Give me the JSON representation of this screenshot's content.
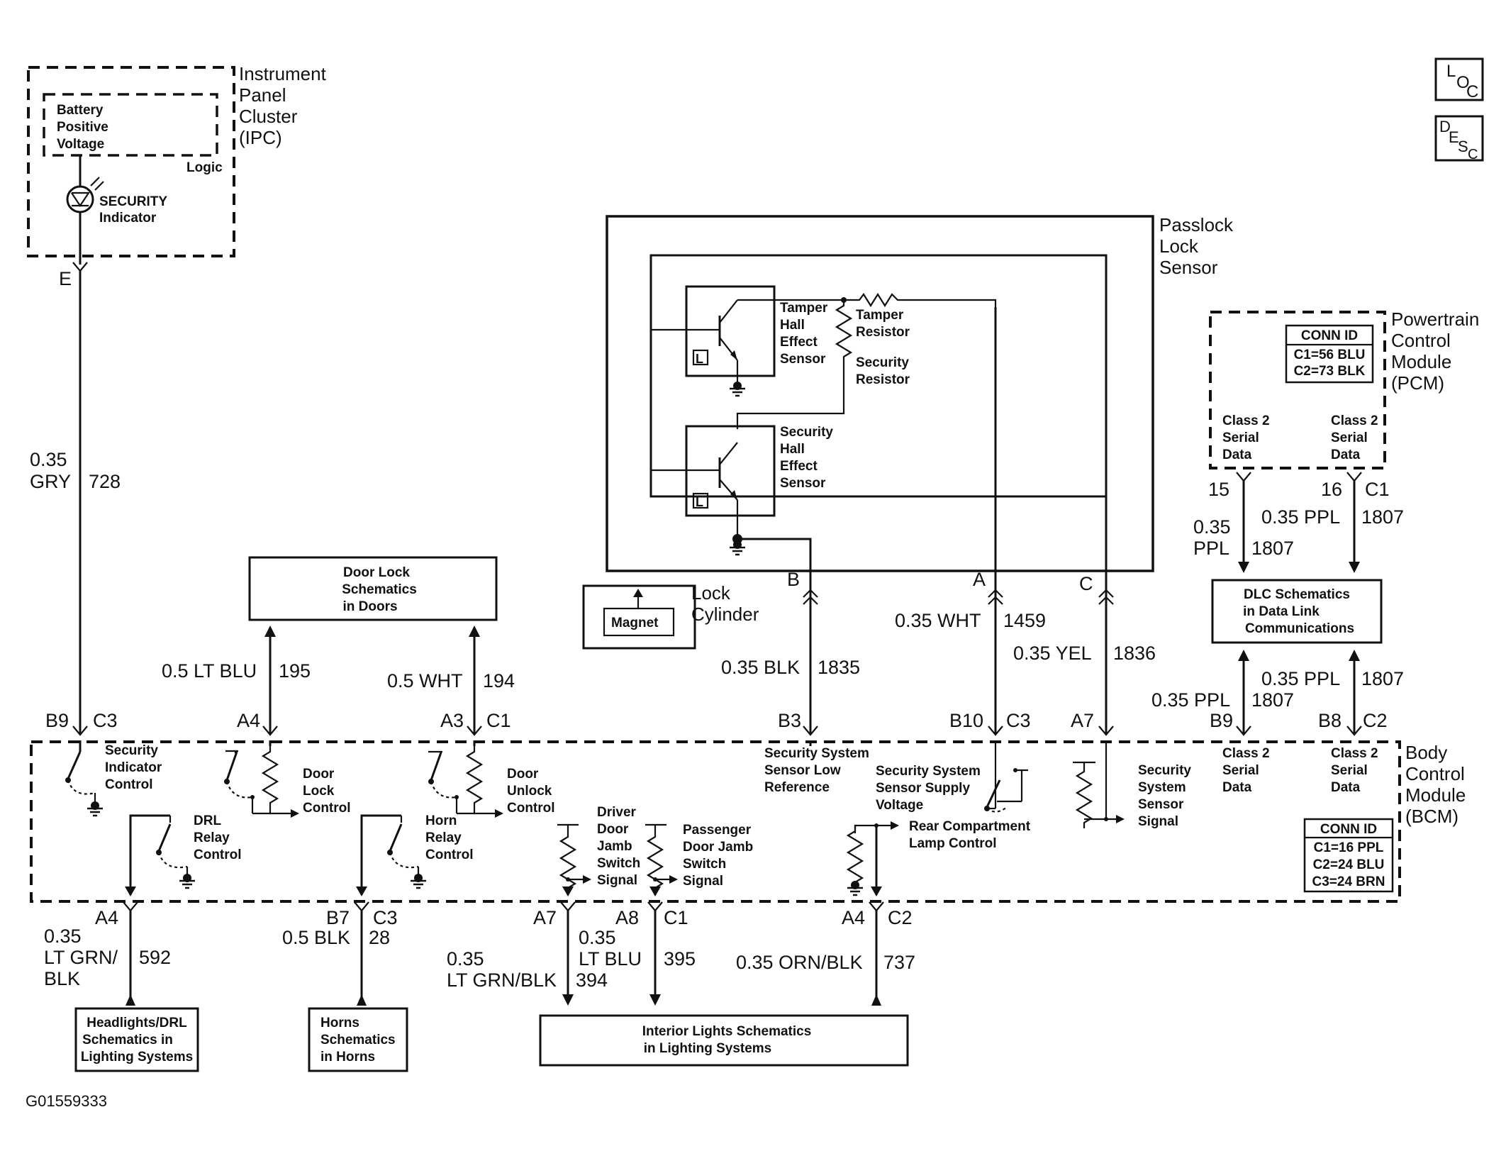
{
  "modules": {
    "ipc": {
      "title_lines": [
        "Instrument",
        "Panel",
        "Cluster",
        "(IPC)"
      ],
      "inner_lines": [
        "Battery",
        "Positive",
        "Voltage"
      ],
      "logic": "Logic",
      "indicator_lines": [
        "SECURITY",
        "Indicator"
      ]
    },
    "passlock": {
      "title_lines": [
        "Passlock",
        "Lock",
        "Sensor"
      ]
    },
    "pcm": {
      "title_lines": [
        "Powertrain",
        "Control",
        "Module",
        "(PCM)"
      ],
      "conn_title": "CONN ID",
      "conn_lines": [
        "C1=56 BLU",
        "C2=73 BLK"
      ],
      "left_lines": [
        "Class 2",
        "Serial",
        "Data"
      ],
      "right_lines": [
        "Class 2",
        "Serial",
        "Data"
      ]
    },
    "bcm": {
      "title_lines": [
        "Body",
        "Control",
        "Module",
        "(BCM)"
      ],
      "conn_title": "CONN ID",
      "conn_lines": [
        "C1=16 PPL",
        "C2=24 BLU",
        "C3=24 BRN"
      ]
    }
  },
  "sensor_labels": {
    "tamper_hall": [
      "Tamper",
      "Hall",
      "Effect",
      "Sensor"
    ],
    "tamper_res": [
      "Tamper",
      "Resistor"
    ],
    "security_res": [
      "Security",
      "Resistor"
    ],
    "security_hall": [
      "Security",
      "Hall",
      "Effect",
      "Sensor"
    ],
    "logic_symbol": "L"
  },
  "lock_cylinder": {
    "magnet": "Magnet",
    "lines": [
      "Lock",
      "Cylinder"
    ]
  },
  "icons": {
    "loc": [
      "L",
      "O",
      "C"
    ],
    "desc": [
      "D",
      "E",
      "S",
      "C"
    ]
  },
  "bcm_functions": {
    "sec_ind": [
      "Security",
      "Indicator",
      "Control"
    ],
    "door_lock": [
      "Door",
      "Lock",
      "Control"
    ],
    "door_unlock": [
      "Door",
      "Unlock",
      "Control"
    ],
    "drl": [
      "DRL",
      "Relay",
      "Control"
    ],
    "horn": [
      "Horn",
      "Relay",
      "Control"
    ],
    "driver_jamb": [
      "Driver",
      "Door",
      "Jamb",
      "Switch",
      "Signal"
    ],
    "pass_jamb": [
      "Passenger",
      "Door Jamb",
      "Switch",
      "Signal"
    ],
    "sensor_low": [
      "Security System",
      "Sensor Low",
      "Reference"
    ],
    "sensor_supply": [
      "Security System",
      "Sensor Supply",
      "Voltage"
    ],
    "sensor_signal": [
      "Security",
      "System",
      "Sensor",
      "Signal"
    ],
    "rear_lamp": [
      "Rear Compartment",
      "Lamp Control"
    ],
    "serial_left": [
      "Class 2",
      "Serial",
      "Data"
    ],
    "serial_right": [
      "Class 2",
      "Serial",
      "Data"
    ]
  },
  "destinations": {
    "door_lock": [
      "Door Lock",
      "Schematics",
      "in Doors"
    ],
    "dlc": [
      "DLC Schematics",
      "in Data Link",
      "Communications"
    ],
    "headlights": [
      "Headlights/DRL",
      "Schematics in",
      "Lighting Systems"
    ],
    "horns": [
      "Horns",
      "Schematics",
      "in Horns"
    ],
    "interior": [
      "Interior Lights Schematics",
      "in Lighting Systems"
    ]
  },
  "pins": {
    "ipc_e": "E",
    "b9": "B9",
    "c3a": "C3",
    "a4_top": "A4",
    "a3": "A3",
    "c1_top": "C1",
    "b3": "B3",
    "b10": "B10",
    "c3b": "C3",
    "a7_top": "A7",
    "b9b": "B9",
    "b8": "B8",
    "c2_top": "C2",
    "pcm15": "15",
    "pcm16": "16",
    "pcm_c1": "C1",
    "sensor_b": "B",
    "sensor_a": "A",
    "sensor_c": "C",
    "a4_bot": "A4",
    "b7": "B7",
    "c3_bot": "C3",
    "a7_bot": "A7",
    "a8": "A8",
    "c1_bot": "C1",
    "a4_bot2": "A4",
    "c2_bot": "C2"
  },
  "wires": {
    "w728": {
      "lines": [
        "0.35",
        "GRY"
      ],
      "circuit": "728"
    },
    "w195": {
      "text": "0.5 LT BLU",
      "circuit": "195"
    },
    "w194": {
      "text": "0.5 WHT",
      "circuit": "194"
    },
    "w1835": {
      "text": "0.35 BLK",
      "circuit": "1835"
    },
    "w1459": {
      "text": "0.35 WHT",
      "circuit": "1459"
    },
    "w1836": {
      "text": "0.35 YEL",
      "circuit": "1836"
    },
    "w1807a": {
      "lines": [
        "0.35",
        "PPL"
      ],
      "circuit": "1807"
    },
    "w1807b": {
      "text": "0.35 PPL",
      "circuit": "1807"
    },
    "w1807c": {
      "text": "0.35 PPL",
      "circuit": "1807"
    },
    "w1807d": {
      "text": "0.35 PPL",
      "circuit": "1807"
    },
    "w592": {
      "lines": [
        "0.35",
        "LT GRN/",
        "BLK"
      ],
      "circuit": "592"
    },
    "w28": {
      "text": "0.5 BLK",
      "circuit": "28"
    },
    "w394": {
      "lines": [
        "0.35",
        "LT GRN/BLK"
      ],
      "circuit": "394"
    },
    "w395": {
      "lines": [
        "0.35",
        "LT BLU"
      ],
      "circuit": "395"
    },
    "w737": {
      "text": "0.35 ORN/BLK",
      "circuit": "737"
    }
  },
  "figure_id": "G01559333"
}
